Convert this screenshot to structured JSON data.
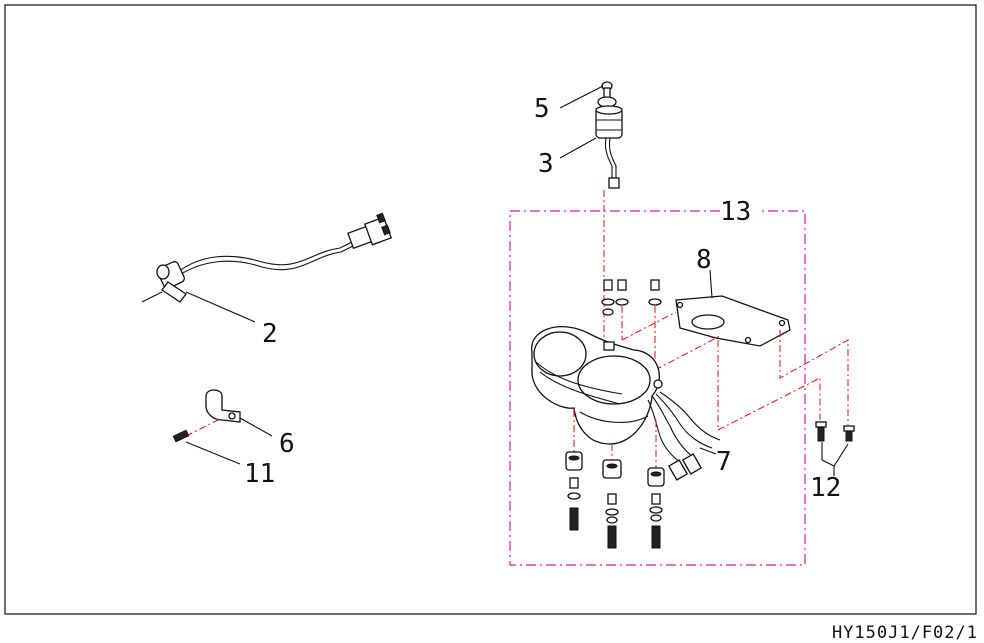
{
  "diagram": {
    "callouts": {
      "part_2": "2",
      "part_3": "3",
      "part_5": "5",
      "part_6": "6",
      "part_7": "7",
      "part_8": "8",
      "part_11": "11",
      "part_12": "12",
      "part_13": "13"
    },
    "drawing_code": "HY150J1/F02/1",
    "colors": {
      "frame": "#111111",
      "assembly_boundary": "#c020c0",
      "centerline": "#e01010"
    }
  }
}
